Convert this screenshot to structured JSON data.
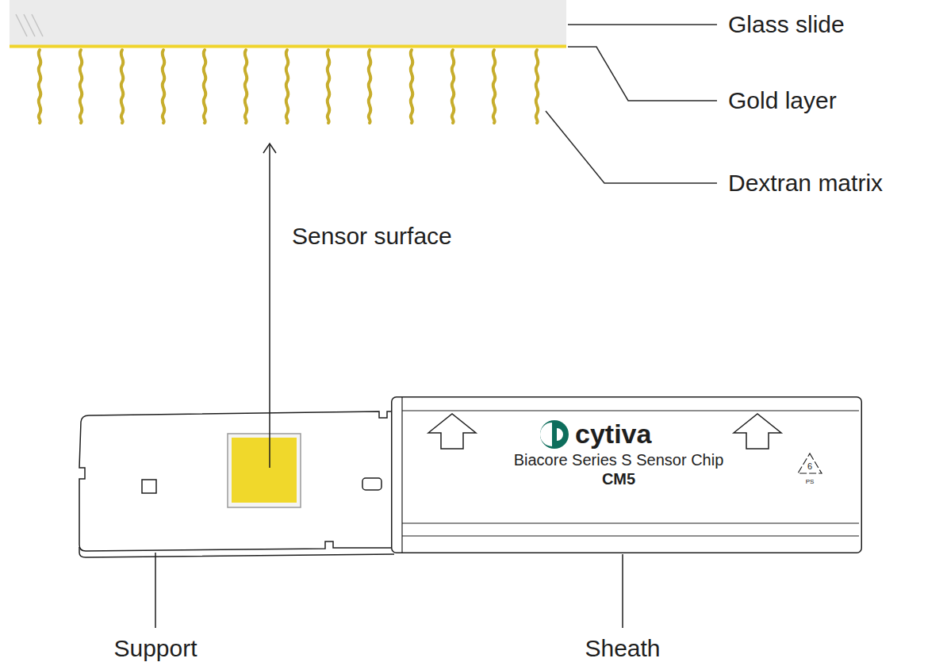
{
  "diagram": {
    "nodes": [
      {
        "text": [
          "cytiva",
          "Biacore Series S Sensor Chip",
          "CM5"
        ]
      },
      {
        "text": [
          "6",
          "PS"
        ],
        "in": 0
      }
    ],
    "labels": [
      "Glass slide",
      "Gold layer",
      "Dextran matrix",
      "Sensor surface",
      "Support",
      "Sheath"
    ]
  }
}
